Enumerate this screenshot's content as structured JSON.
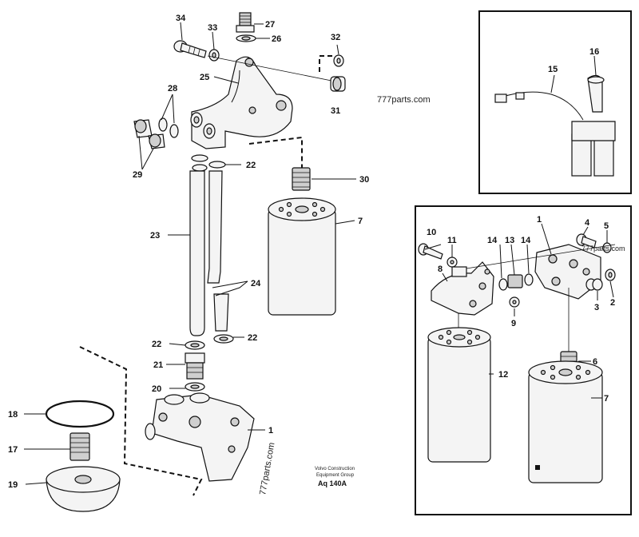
{
  "callouts": {
    "n1": "1",
    "n2": "2",
    "n3": "3",
    "n4": "4",
    "n5": "5",
    "n6": "6",
    "n7": "7",
    "n8": "8",
    "n9": "9",
    "n10": "10",
    "n11": "11",
    "n12": "12",
    "n13": "13",
    "n14": "14",
    "n15": "15",
    "n16": "16",
    "n17": "17",
    "n18": "18",
    "n19": "19",
    "n20": "20",
    "n21": "21",
    "n22": "22",
    "n23": "23",
    "n24": "24",
    "n25": "25",
    "n26": "26",
    "n27": "27",
    "n28": "28",
    "n29": "29",
    "n30": "30",
    "n31": "31",
    "n32": "32",
    "n33": "33",
    "n34": "34"
  },
  "watermark": {
    "text": "777parts.com"
  },
  "caption": {
    "line1": "Volvo Construction",
    "line2": "Equipment Group",
    "code": "Aq 140A"
  }
}
